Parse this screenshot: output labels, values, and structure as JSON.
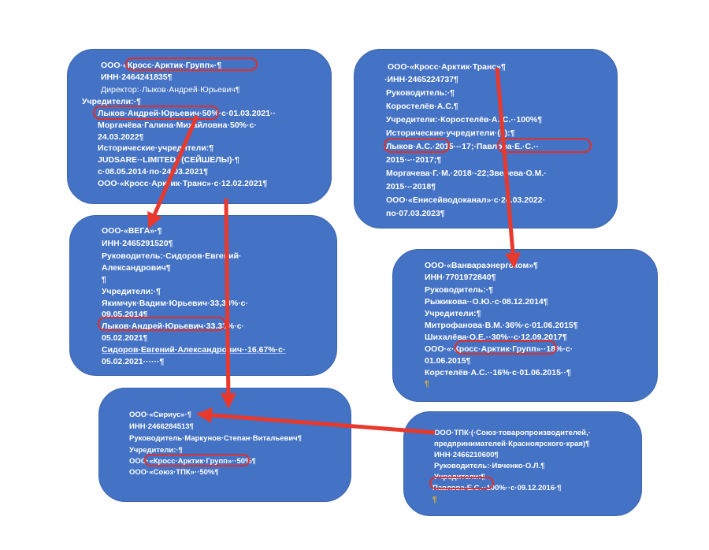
{
  "colors": {
    "box_fill": "#4472c4",
    "text": "#ffffff",
    "arrow": "#e8392c",
    "highlight": "#e0302a"
  },
  "box1": {
    "lines": [
      "ООО·«Кросс·Арктик·Групп»·¶",
      "ИНН·2464241835¶",
      "Директор:·Лыков·Андрей·Юрьевич¶",
      "Учредители:·¶",
      "Лыков·Андрей·Юрьевич·50%·с·01.03.2021··",
      "Моргачёва·Галина·Михайловна·50%·с·",
      "24.03.2022¶",
      "Исторические·учредители:¶",
      "JUDSARE··LIMITED··(СЕЙШЕЛЫ)·¶",
      "с·08.05.2014·по·24.03.2021¶",
      "ООО·«Кросс·Арктик·Транс»·с·12.02.2021¶"
    ]
  },
  "box2": {
    "lines": [
      "ООО·«Кросс·Арктик·Транс»¶",
      "·ИНН·2465224737¶",
      "Руководитель:·¶",
      "Коростелёв·А.С.¶",
      "Учредители:·Коростелёв·А.·С.··100%¶",
      "Исторические·учредители·(5):¶",
      "Лыков·А.С.·2015·-·17;·Павлова·Е.·С.··",
      "2015·-··2017;¶",
      "Моргачева·Г.·М.·2018·-22;Зверева·О.М.·",
      "2015·-·2018¶",
      "ООО·«Енисейводоканал»·с·24.03.2022·",
      "по·07.03.2023¶"
    ]
  },
  "box3": {
    "lines": [
      "ООО·«ВЕГА»·¶",
      "ИНН·2465291520¶",
      "Руководитель:·Сидоров·Евгений·",
      "Александрович¶",
      "¶",
      "Учредители:·¶",
      "Якимчук·Вадим·Юрьевич·33,33%·с·",
      "09.05.2014¶",
      "Лыков·Андрей·Юрьевич·33.33%·с·",
      "05.02.2021¶",
      "Сидоров·Евгений·Александрович··16,67%·с·",
      "05.02.2021······¶"
    ]
  },
  "box4": {
    "lines": [
      "ООО·«Ванвараэнергоком»¶",
      "ИНН·7701972840¶",
      "Руководитель:·¶",
      "Рыжикова··О.Ю.·с·08.12.2014¶",
      "Учредители:¶",
      "Митрофанова·В.М.·36%·с·01.06.2015¶",
      "Шихалёва·О.Е.··30%··с·12.09.2017¶",
      "ООО·«·Кросс·Арктик·Групп»··18%·с·",
      "01.06.2015¶",
      "Корстелёв·А.С.··16%·с·01.06.2015··¶"
    ],
    "pilcrow": "¶"
  },
  "box5": {
    "lines": [
      "ООО·«Сириус»·¶",
      "ИНН·2466284513¶",
      "Руководитель·Маркунов·Степан·Витальевич¶",
      "Учредители:·¶",
      "ООО·«Кросс·Арктик·Групп»··50%¶",
      "ООО·«Союз·ТПК»··50%¶"
    ]
  },
  "box6": {
    "lines": [
      "ООО·ТПК·(·Союз·товаропроизводителей,·",
      "предпринимателей·Красноярского·края)¶",
      "ИНН·2466210600¶",
      "Руководитель:·Ивченко·О.Л.¶",
      "Учредители:¶",
      "Павлова·Е.С.··100%··с·09.12.2016·¶"
    ],
    "pilcrow": "¶"
  }
}
